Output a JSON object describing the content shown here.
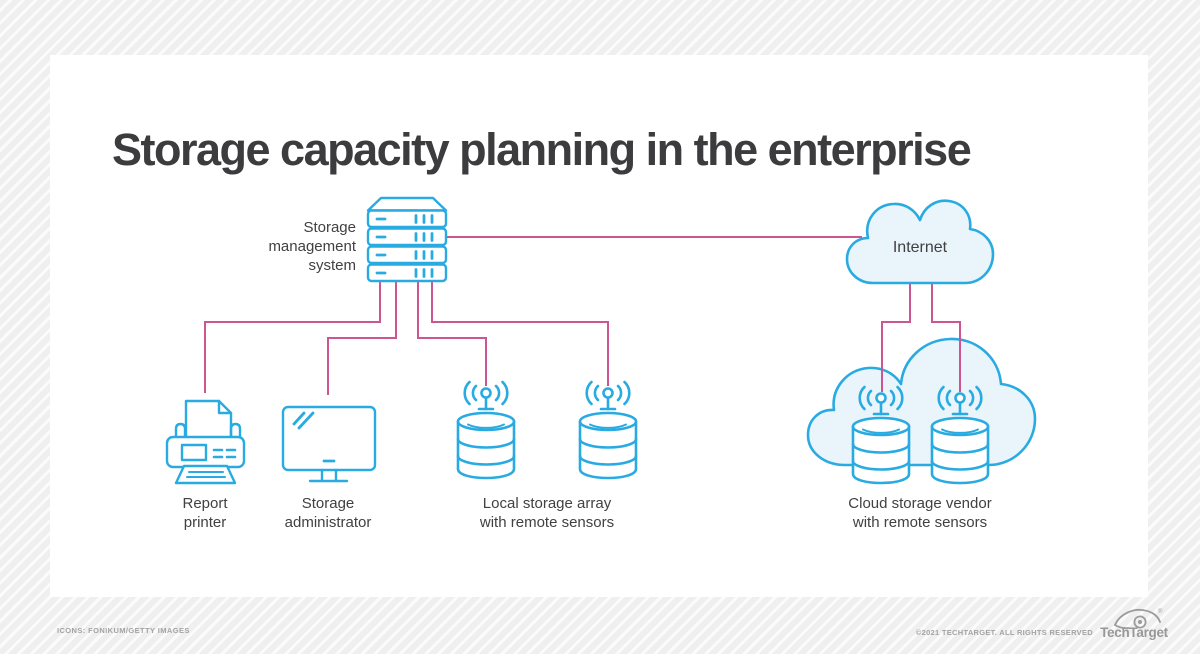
{
  "title": "Storage capacity planning in the enterprise",
  "nodes": {
    "storage_management_system": {
      "label": "Storage\nmanagement\nsystem",
      "icon": "server-stack-icon"
    },
    "internet": {
      "label": "Internet",
      "icon": "cloud-icon"
    },
    "report_printer": {
      "label": "Report\nprinter",
      "icon": "printer-icon"
    },
    "storage_administrator": {
      "label": "Storage\nadministrator",
      "icon": "monitor-icon"
    },
    "local_storage_array": {
      "label": "Local storage array\nwith remote sensors",
      "icon": "database-sensor-icon"
    },
    "cloud_storage_vendor": {
      "label": "Cloud storage vendor\nwith remote sensors",
      "icon": "cloud-database-sensor-icon"
    }
  },
  "connections": [
    {
      "from": "storage_management_system",
      "to": "internet"
    },
    {
      "from": "storage_management_system",
      "to": "report_printer"
    },
    {
      "from": "storage_management_system",
      "to": "storage_administrator"
    },
    {
      "from": "storage_management_system",
      "to": "local_storage_array_sensor_1"
    },
    {
      "from": "storage_management_system",
      "to": "local_storage_array_sensor_2"
    },
    {
      "from": "internet",
      "to": "cloud_storage_vendor_sensor_1"
    },
    {
      "from": "internet",
      "to": "cloud_storage_vendor_sensor_2"
    }
  ],
  "colors": {
    "icon_blue": "#29abe2",
    "cloud_fill": "#e9f4fb",
    "connector_pink": "#cc5693",
    "title_gray": "#3c3c3e",
    "label_gray": "#414042",
    "footer_gray": "#a3a3a5",
    "logo_gray": "#98989a"
  },
  "footer": {
    "credits": "ICONS: FONIKUM/GETTY IMAGES",
    "copyright": "©2021 TECHTARGET. ALL RIGHTS RESERVED",
    "brand": "TechTarget",
    "reg_mark": "®"
  }
}
